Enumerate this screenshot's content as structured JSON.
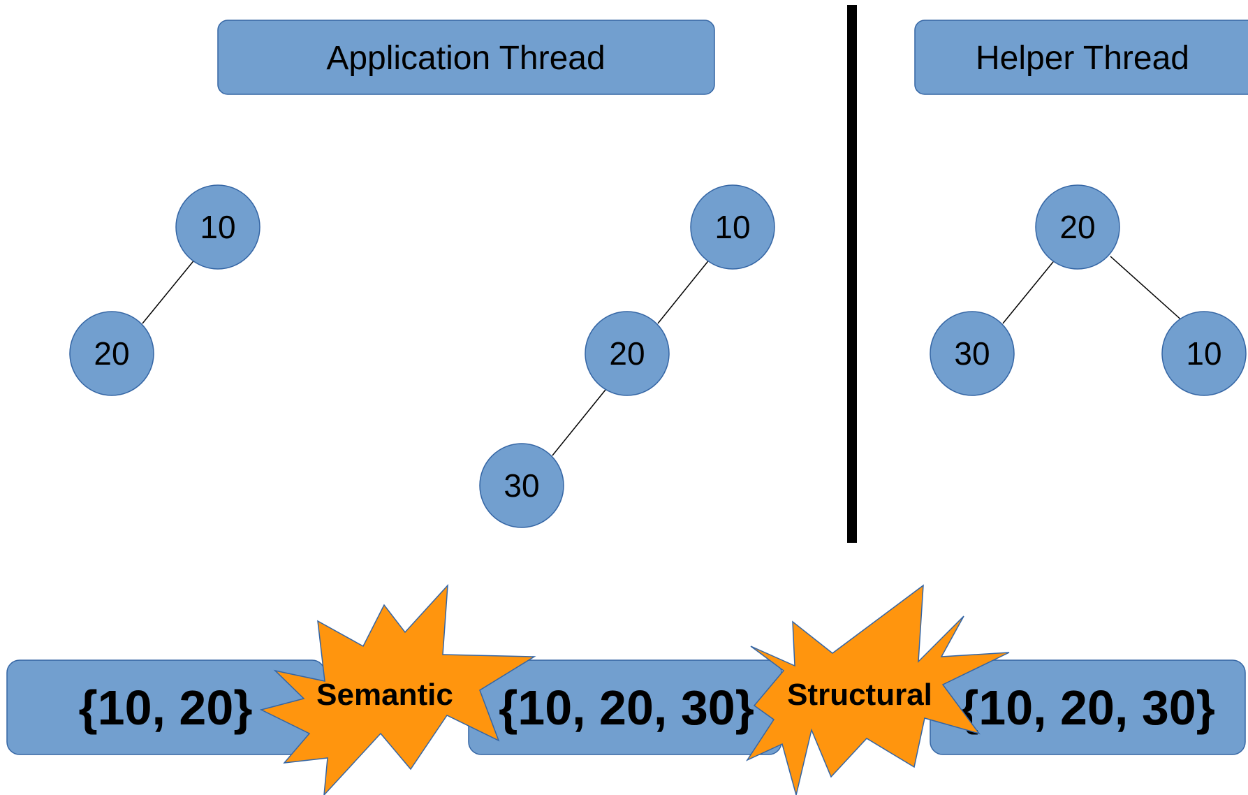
{
  "colors": {
    "box_fill": "#729fcf",
    "box_stroke": "#3465a4",
    "burst_fill": "#ff950e",
    "burst_stroke": "#3465a4",
    "divider": "#000000",
    "edge": "#000000"
  },
  "headers": {
    "application": "Application Thread",
    "helper": "Helper Thread"
  },
  "trees": {
    "tree1": {
      "nodes": [
        "10",
        "20"
      ],
      "edges": [
        [
          "10",
          "20"
        ]
      ]
    },
    "tree2": {
      "nodes": [
        "10",
        "20",
        "30"
      ],
      "edges": [
        [
          "10",
          "20"
        ],
        [
          "20",
          "30"
        ]
      ]
    },
    "tree3": {
      "nodes": [
        "20",
        "30",
        "10"
      ],
      "edges": [
        [
          "20",
          "30"
        ],
        [
          "20",
          "10"
        ]
      ]
    }
  },
  "sets": {
    "set1": "{10, 20}",
    "set2": "{10, 20, 30}",
    "set3": "{10, 20, 30}"
  },
  "bursts": {
    "semantic": "Semantic",
    "structural": "Structural"
  }
}
